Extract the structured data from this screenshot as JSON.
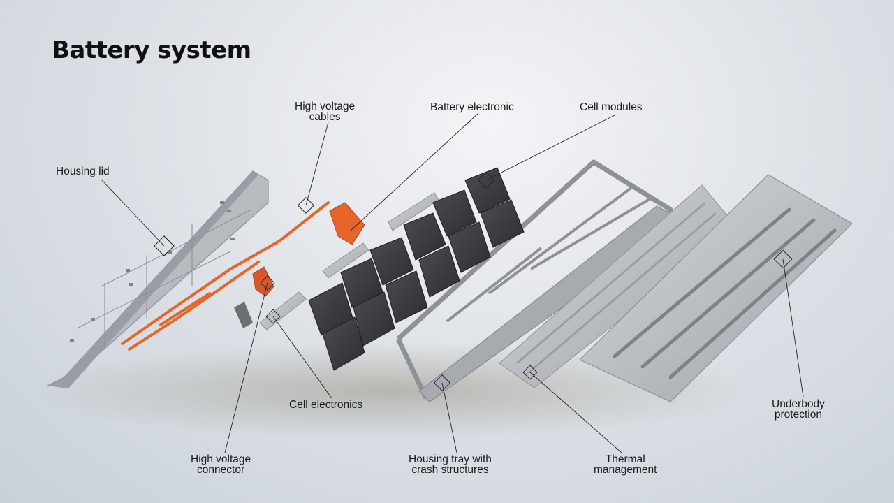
{
  "title": "Battery system",
  "labels": {
    "housing_lid": "Housing lid",
    "hv_cables": [
      "High voltage",
      "cables"
    ],
    "battery_electronic": "Battery electronic",
    "cell_modules": "Cell modules",
    "cell_electronics": "Cell electronics",
    "hv_connector": [
      "High voltage",
      "connector"
    ],
    "housing_tray": [
      "Housing tray with",
      "crash structures"
    ],
    "thermal": [
      "Thermal",
      "management"
    ],
    "underbody": [
      "Underbody",
      "protection"
    ]
  },
  "colors": {
    "accent_orange": "#e8652a",
    "background": "#dfe3e8",
    "cell_dark": "#3a3d42",
    "metal": "#b9bdc2"
  }
}
